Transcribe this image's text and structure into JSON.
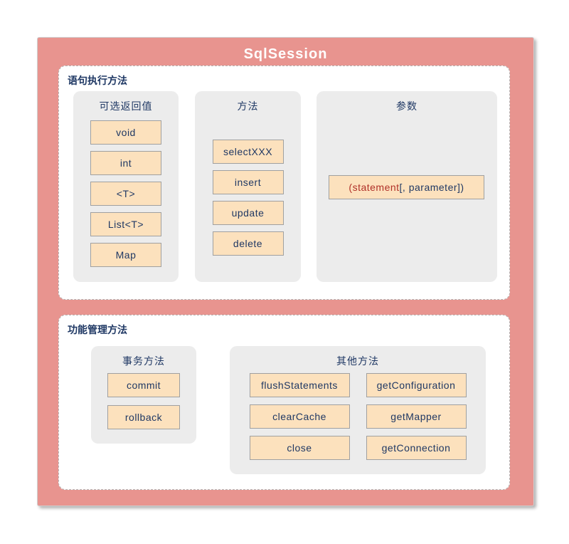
{
  "title": "SqlSession",
  "sections": [
    {
      "label": "语句执行方法",
      "groups": [
        {
          "title": "可选返回值",
          "items": [
            "void",
            "int",
            "<T>",
            "List<T>",
            "Map"
          ]
        },
        {
          "title": "方法",
          "items": [
            "selectXXX",
            "insert",
            "update",
            "delete"
          ]
        },
        {
          "title": "参数",
          "param": {
            "red": "(statement",
            "blue": "[, parameter])"
          }
        }
      ]
    },
    {
      "label": "功能管理方法",
      "groups": [
        {
          "title": "事务方法",
          "items": [
            "commit",
            "rollback"
          ]
        },
        {
          "title": "其他方法",
          "items": [
            "flushStatements",
            "getConfiguration",
            "clearCache",
            "getMapper",
            "close",
            "getConnection"
          ]
        }
      ]
    }
  ],
  "colors": {
    "container_bg": "#e8948f",
    "group_bg": "#ececec",
    "item_fill": "#fce1bd",
    "item_border": "#a0a0a0",
    "text_primary": "#1f3864",
    "statement_red": "#b03028",
    "title_text": "#ffffff",
    "dashed_border": "#b5b5b5"
  }
}
